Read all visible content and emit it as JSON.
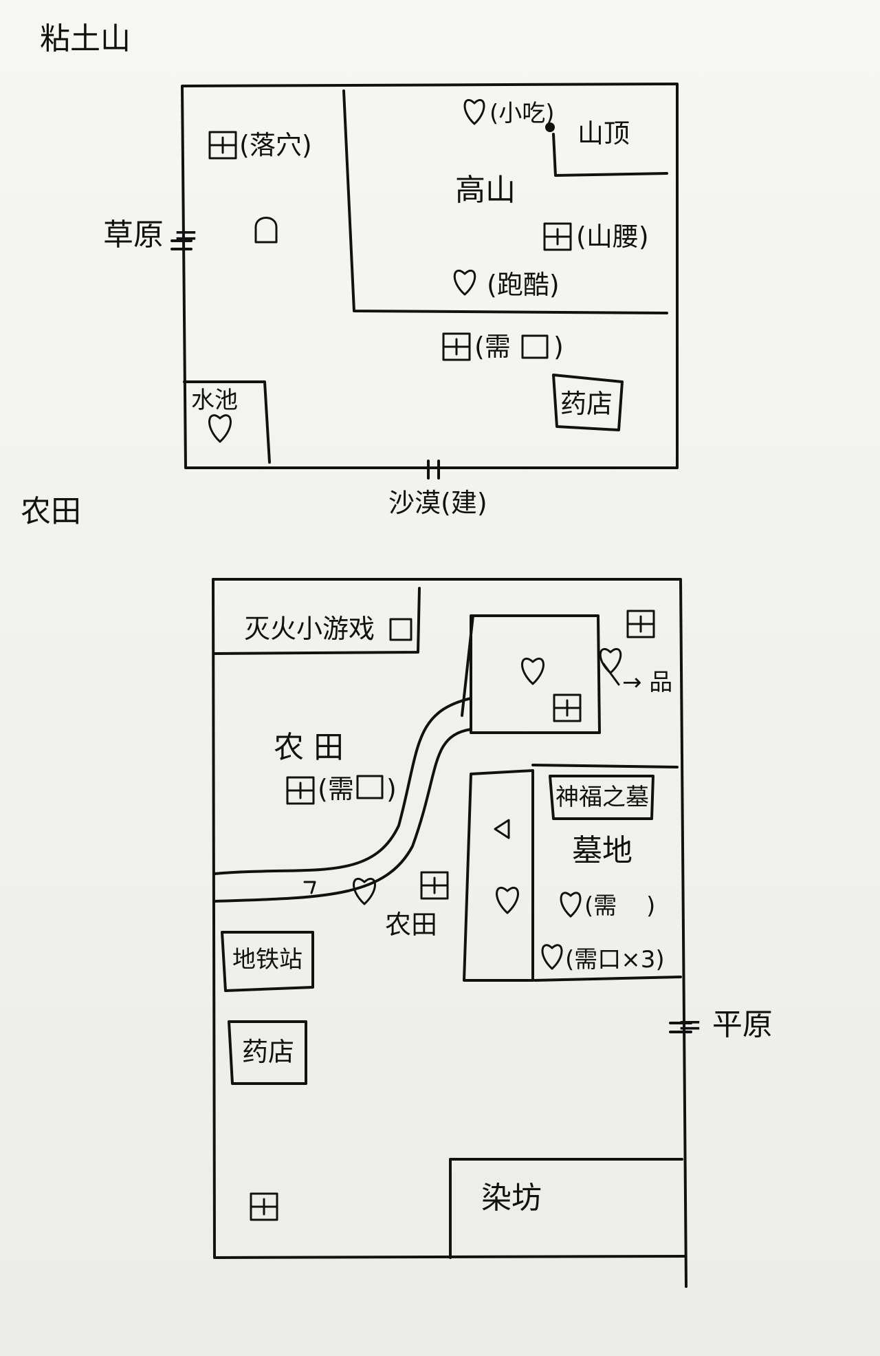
{
  "sections": {
    "clay_mountain": {
      "title": "粘土山",
      "labels": {
        "grassland_exit": "草原 =",
        "cave_item": "(落穴)",
        "fun_item": "(小吃)",
        "summit": "山顶",
        "high_mountain": "高山",
        "mountainside": "(山腰)",
        "parkour": "(跑酷)",
        "need_item": "(需",
        "need_item_close": ")",
        "pharmacy": "药店",
        "pond": "水池",
        "desert_exit_mark": "||",
        "desert_exit": "沙漠(建)"
      }
    },
    "farmland": {
      "title": "农田",
      "labels": {
        "fire_game": "灭火小游戏",
        "farmland_center": "农 田",
        "need_item": "(需",
        "need_item_close": ")",
        "farmland_lower": "农田",
        "subway": "地铁站",
        "pharmacy": "药店",
        "blessing_tomb": "神福之墓",
        "graveyard": "墓地",
        "grave_need_1": "(需",
        "grave_need_1_close": ")",
        "grave_need_2": "(需口×3)",
        "house_arrow": "→ 品",
        "plain_exit": "= 平原",
        "dye_house": "染坊"
      }
    }
  }
}
